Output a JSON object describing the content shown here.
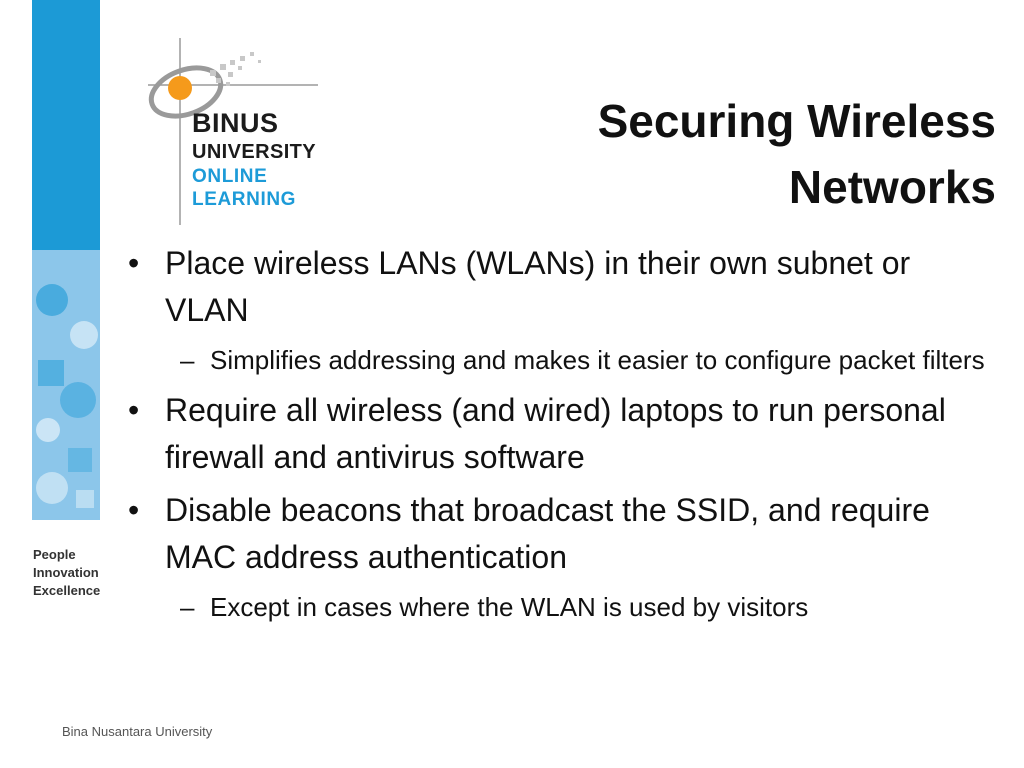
{
  "slide": {
    "title_line1": "Securing Wireless",
    "title_line2": "Networks",
    "bullets": [
      {
        "text": "Place wireless LANs (WLANs) in their own subnet or VLAN",
        "sub": "Simplifies addressing and makes it easier to configure packet filters"
      },
      {
        "text": "Require all wireless (and wired) laptops to run personal firewall and antivirus software"
      },
      {
        "text": "Disable beacons that broadcast the SSID, and require MAC address authentication",
        "sub": "Except in cases where the WLAN is used by visitors"
      }
    ],
    "footer": "Bina Nusantara University"
  },
  "logo": {
    "line1": "BINUS",
    "line2": "UNIVERSITY",
    "line3": "ONLINE",
    "line4": "LEARNING",
    "colors": {
      "orange": "#f59a1b",
      "blue": "#1d9bd8",
      "gray": "#9a9a9a"
    }
  },
  "tagline": [
    "People",
    "Innovation",
    "Excellence"
  ],
  "colors": {
    "stripe_blue": "#1c9ad6",
    "stripe_light": "#8cc6ea"
  }
}
